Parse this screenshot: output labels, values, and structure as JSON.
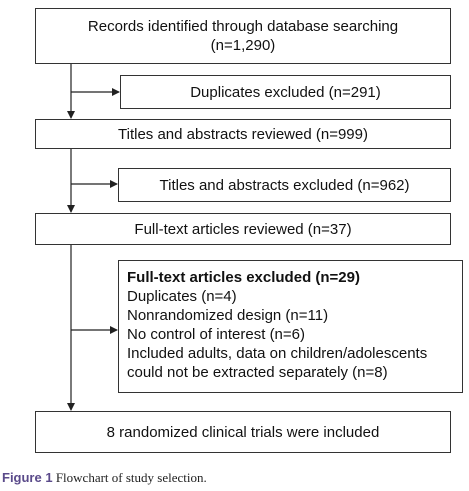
{
  "flowchart": {
    "records_identified": [
      "Records identified through database searching",
      "(n=1,290)"
    ],
    "duplicates_excluded": "Duplicates excluded (n=291)",
    "titles_abstracts_reviewed": "Titles and abstracts reviewed (n=999)",
    "titles_abstracts_excluded": "Titles and abstracts excluded (n=962)",
    "fulltext_reviewed": "Full-text articles reviewed (n=37)",
    "fulltext_excluded": {
      "heading": "Full-text articles excluded (n=29)",
      "reasons": [
        "Duplicates (n=4)",
        "Nonrandomized design (n=11)",
        "No control of interest (n=6)",
        "Included adults, data on children/adolescents",
        "could not be extracted separately (n=8)"
      ]
    },
    "included": "8 randomized clinical trials were included"
  },
  "caption": {
    "label": "Figure 1",
    "text": "Flowchart of study selection."
  },
  "colors": {
    "box_border": "#333333",
    "arrow": "#222222",
    "caption_label": "#5a4a8a"
  }
}
